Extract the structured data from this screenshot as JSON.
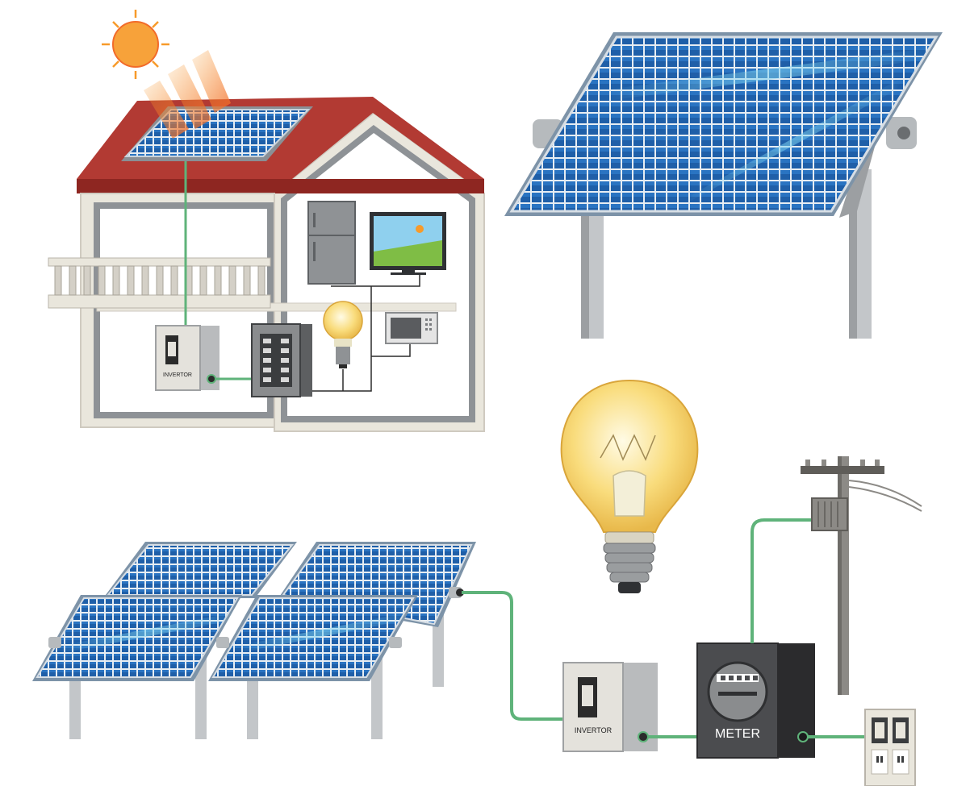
{
  "labels": {
    "house_inverter": "INVERTOR",
    "field_inverter": "INVERTOR",
    "meter": "METER"
  },
  "colors": {
    "wire_green": "#5fb37a",
    "panel_blue": "#1f5fa8",
    "panel_frame": "#c9d3dc",
    "roof_red": "#b23a33",
    "sun_orange": "#f79a2a",
    "bulb_yellow": "#f8d46a",
    "meter_dark": "#3d3d3f"
  },
  "icons": {
    "sun": "sun-icon",
    "house": "house-icon",
    "large_panel": "solar-panel-icon",
    "panel_array": "solar-panel-array-icon",
    "bulb": "light-bulb-icon",
    "utility_pole": "utility-pole-icon",
    "meter": "electric-meter-icon",
    "inverter": "inverter-icon",
    "outlet": "power-outlet-icon"
  }
}
